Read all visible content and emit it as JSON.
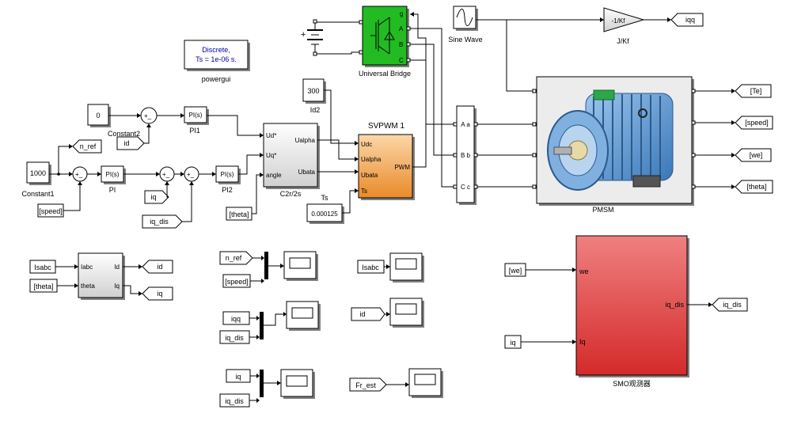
{
  "powergui": {
    "line1": "Discrete,",
    "line2": "Ts = 1e-06 s.",
    "name": "powergui"
  },
  "constants": {
    "c2": {
      "value": "0",
      "name": "Constant2"
    },
    "c1": {
      "value": "1000",
      "name": "Constant1"
    },
    "id2": {
      "value": "300",
      "name": "Id2"
    },
    "ts": {
      "value": "0.000125",
      "name": "Ts"
    }
  },
  "pi": {
    "label": "PI(s)",
    "pi": "PI",
    "pi1": "PI1",
    "pi2": "PI2"
  },
  "sum": {
    "pm": "+_",
    "pp": "+_"
  },
  "tags": {
    "n_ref": "n_ref",
    "speed": "[speed]",
    "id": "id",
    "iq": "iq",
    "iq_dis": "iq_dis",
    "theta": "[theta]",
    "Te": "[Te]",
    "speed_out": "[speed]",
    "we": "[we]",
    "theta_out": "[theta]",
    "iqq": "iqq",
    "Isabc": "Isabc",
    "Fr_est": "Fr_est",
    "we_in": "[we]",
    "iq_in": "iq"
  },
  "c2r": {
    "name": "C2r/2s",
    "ud": "Ud*",
    "uq": "Uq*",
    "angle": "angle",
    "ualpha": "Ualpha",
    "ubata": "Ubata"
  },
  "svpwm": {
    "title": "SVPWM 1",
    "udc": "Udc",
    "ualpha": "Ualpha",
    "ubata": "Ubata",
    "ts": "Ts",
    "pwm": "PWM"
  },
  "bridge": {
    "name": "Universal Bridge",
    "g": "g",
    "a": "A",
    "b": "B",
    "c": "C"
  },
  "sine": {
    "name": "Sine Wave"
  },
  "gain": {
    "value": "-1/Kf",
    "name": "J/Kf"
  },
  "meas": {
    "a": "A a",
    "b": "B b",
    "c": "C c"
  },
  "pmsm": {
    "name": "PMSM"
  },
  "park": {
    "labc": "Iabc",
    "theta": "theta",
    "id": "Id",
    "iq": "Iq"
  },
  "smo": {
    "name": "SMO观测器",
    "we": "we",
    "iq": "Iq",
    "iq_dis": "iq_dis"
  },
  "colors": {
    "bridge": "#22bb22",
    "svpwm": "#f09a3e",
    "smo": "#e23a3a",
    "pmsm_bg": "#d8d8d8",
    "powergui_text": "#0000aa"
  }
}
